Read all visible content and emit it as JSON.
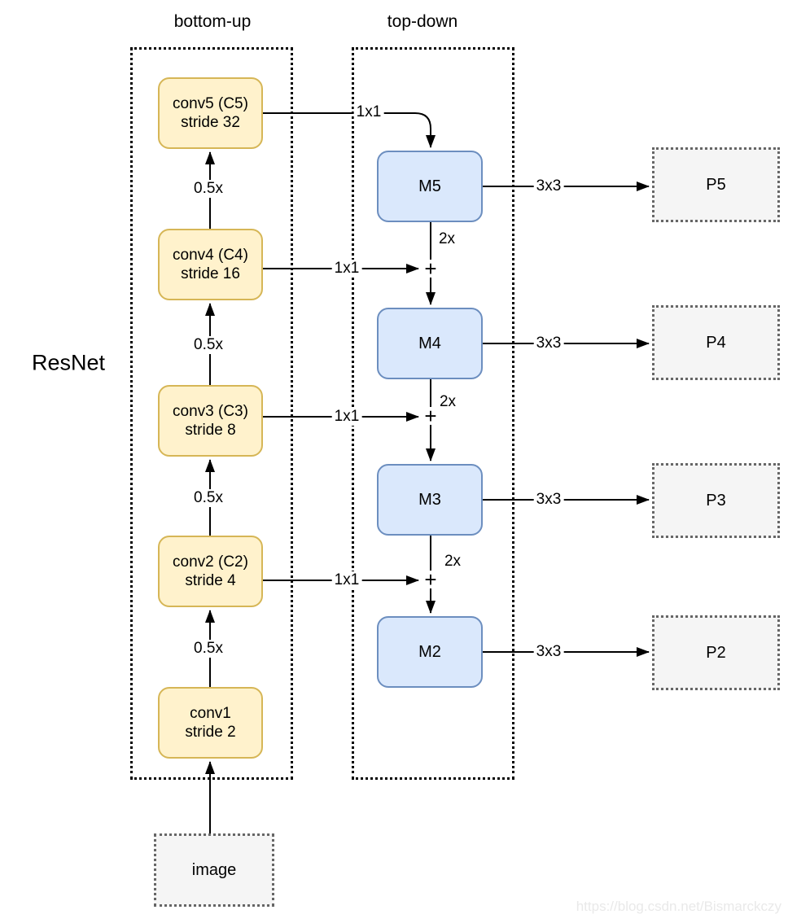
{
  "pathway_labels": {
    "bottom_up": "bottom-up",
    "top_down": "top-down"
  },
  "backbone_label": "ResNet",
  "conv_boxes": [
    {
      "line1": "conv5 (C5)",
      "line2": "stride 32"
    },
    {
      "line1": "conv4 (C4)",
      "line2": "stride 16"
    },
    {
      "line1": "conv3 (C3)",
      "line2": "stride 8"
    },
    {
      "line1": "conv2 (C2)",
      "line2": "stride 4"
    },
    {
      "line1": "conv1",
      "line2": "stride 2"
    }
  ],
  "merge_boxes": [
    "M5",
    "M4",
    "M3",
    "M2"
  ],
  "output_boxes": [
    "P5",
    "P4",
    "P3",
    "P2"
  ],
  "input_box": "image",
  "edge_labels": {
    "downsample": "0.5x",
    "lateral": "1x1",
    "upsample": "2x",
    "head": "3x3",
    "add": "+"
  },
  "colors": {
    "conv_fill": "#FFF2CC",
    "conv_border": "#D6B656",
    "merge_fill": "#DAE8FC",
    "merge_border": "#6C8EBF",
    "output_fill": "#F5F5F5",
    "output_border": "#666666",
    "frame_border": "#000000",
    "connector": "#000000",
    "watermark_color": "#e9e9e9"
  },
  "watermark": "https://blog.csdn.net/Bismarckczy"
}
